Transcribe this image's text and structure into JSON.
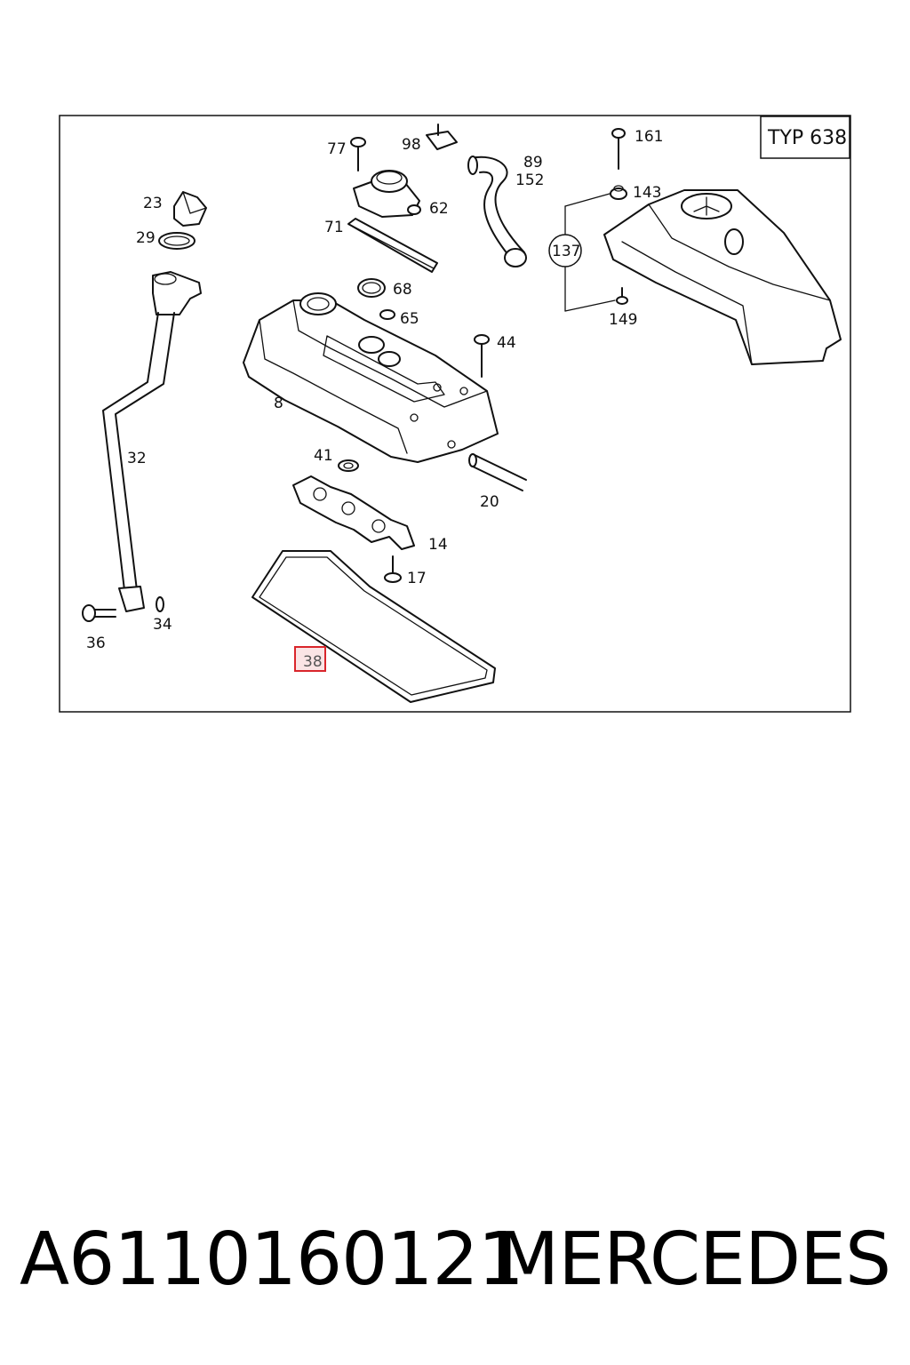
{
  "diagram": {
    "type_box": "TYP 638",
    "highlighted_label": "38",
    "highlight_color": "#d9252b",
    "labels": {
      "l77": "77",
      "l98": "98",
      "l89": "89",
      "l152": "152",
      "l161": "161",
      "l23": "23",
      "l62": "62",
      "l143": "143",
      "l29": "29",
      "l71": "71",
      "l137": "137",
      "l68": "68",
      "l65": "65",
      "l149": "149",
      "l44": "44",
      "l8": "8",
      "l32": "32",
      "l41": "41",
      "l20": "20",
      "l14": "14",
      "l17": "17",
      "l34": "34",
      "l36": "36",
      "l38": "38"
    }
  },
  "footer": {
    "part_number": "A6110160121",
    "brand": "MERCEDES"
  }
}
